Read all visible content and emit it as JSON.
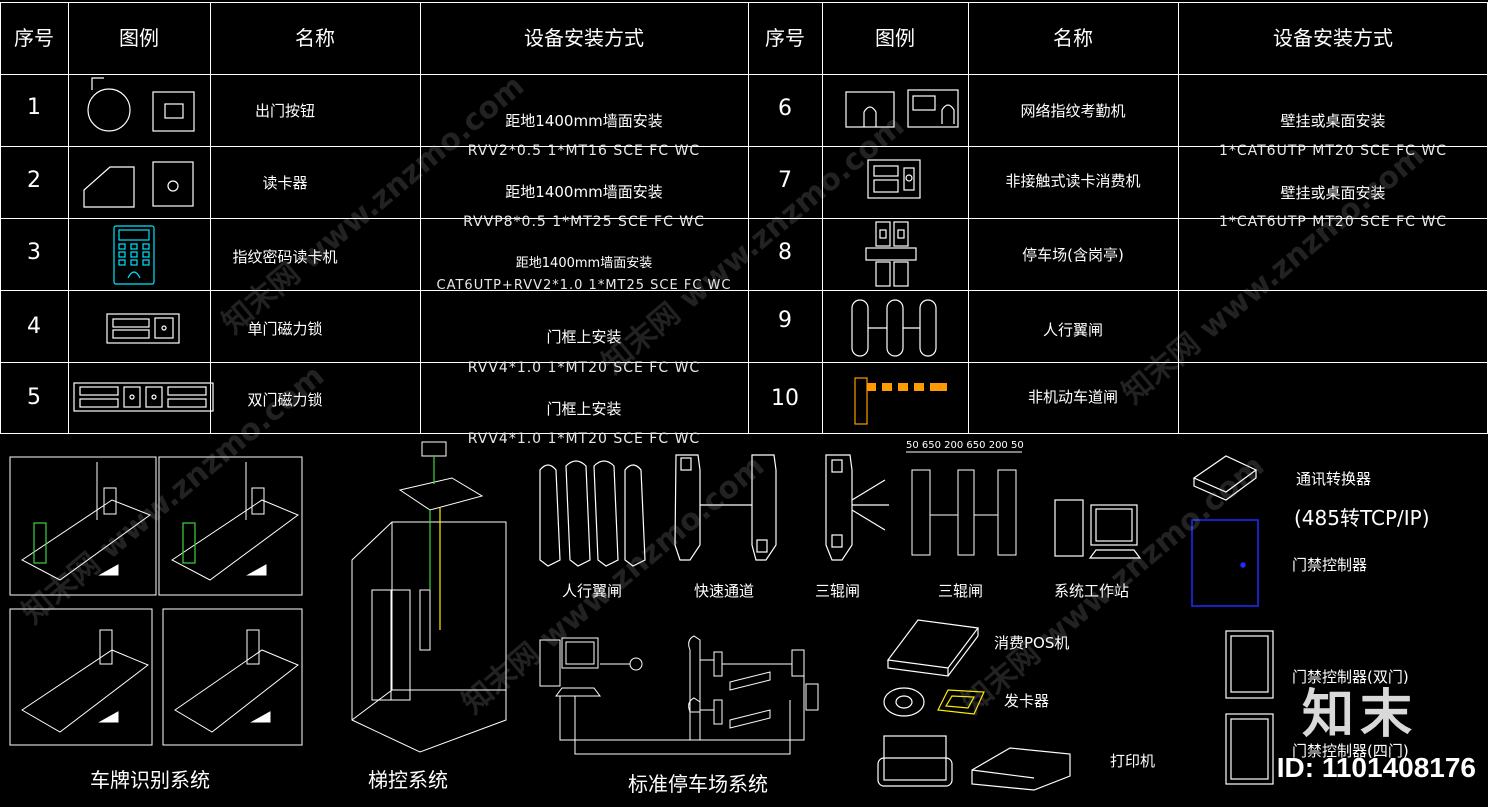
{
  "headers": [
    "序号",
    "图例",
    "名称",
    "设备安装方式",
    "序号",
    "图例",
    "名称",
    "设备安装方式"
  ],
  "left_rows": [
    {
      "no": "1",
      "name": "出门按钮",
      "method": "距地1400mm墙面安装",
      "spec": "RVV2*0.5 1*MT16 SCE FC WC"
    },
    {
      "no": "2",
      "name": "读卡器",
      "method": "距地1400mm墙面安装",
      "spec": "RVVP8*0.5 1*MT25 SCE FC WC"
    },
    {
      "no": "3",
      "name": "指纹密码读卡机",
      "method": "距地1400mm墙面安装",
      "spec": "CAT6UTP+RVV2*1.0 1*MT25 SCE FC WC"
    },
    {
      "no": "4",
      "name": "单门磁力锁",
      "method": "门框上安装",
      "spec": "RVV4*1.0 1*MT20 SCE FC WC"
    },
    {
      "no": "5",
      "name": "双门磁力锁",
      "method": "门框上安装",
      "spec": "RVV4*1.0 1*MT20 SCE FC WC"
    }
  ],
  "right_rows": [
    {
      "no": "6",
      "name": "网络指纹考勤机",
      "method": "壁挂或桌面安装",
      "spec": "1*CAT6UTP MT20 SCE FC WC"
    },
    {
      "no": "7",
      "name": "非接触式读卡消费机",
      "method": "壁挂或桌面安装",
      "spec": "1*CAT6UTP MT20 SCE FC WC"
    },
    {
      "no": "8",
      "name": "停车场(含岗亭)",
      "method": "",
      "spec": ""
    },
    {
      "no": "9",
      "name": "人行翼闸",
      "method": "",
      "spec": ""
    },
    {
      "no": "10",
      "name": "非机动车道闸",
      "method": "",
      "spec": ""
    }
  ],
  "captions": {
    "plate": "车牌识别系统",
    "elevator": "梯控系统",
    "parking": "标准停车场系统",
    "wing_gate": "人行翼闸",
    "fast_lane": "快速通道",
    "tripod1": "三辊闸",
    "tripod2": "三辊闸",
    "workstation": "系统工作站",
    "converter": "通讯转换器",
    "converter_sub": "(485转TCP/IP)",
    "controller": "门禁控制器",
    "pos": "消费POS机",
    "card_issuer": "发卡器",
    "printer": "打印机",
    "ctrl_double": "门禁控制器(双门)",
    "ctrl_four": "门禁控制器(四门)"
  },
  "dims": "50  650 200 650 200  50",
  "watermark": "知末网 www.znzmo.com",
  "logo": "知末",
  "id_label": "ID: 1101408176",
  "colors": {
    "line": "#ffffff",
    "cyan": "#00e5ff",
    "blue": "#1e2cff",
    "orange": "#ff9a00",
    "green": "#3fd23f",
    "yellow": "#ffee00"
  }
}
